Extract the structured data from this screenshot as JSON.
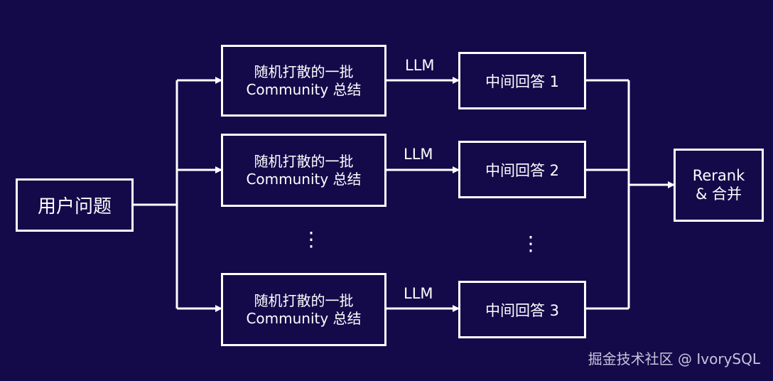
{
  "diagram": {
    "user_question": "用户问题",
    "batches": [
      {
        "line1": "随机打散的一批",
        "line2": "Community 总结",
        "edge_label": "LLM",
        "answer": "中间回答 1"
      },
      {
        "line1": "随机打散的一批",
        "line2": "Community 总结",
        "edge_label": "LLM",
        "answer": "中间回答 2"
      },
      {
        "line1": "随机打散的一批",
        "line2": "Community 总结",
        "edge_label": "LLM",
        "answer": "中间回答 3"
      }
    ],
    "ellipsis": "⋮",
    "rerank": {
      "line1": "Rerank",
      "line2": "& 合并"
    }
  },
  "watermark": "掘金技术社区 @ IvorySQL",
  "colors": {
    "background": "#140a4a",
    "foreground": "#ffffff"
  }
}
